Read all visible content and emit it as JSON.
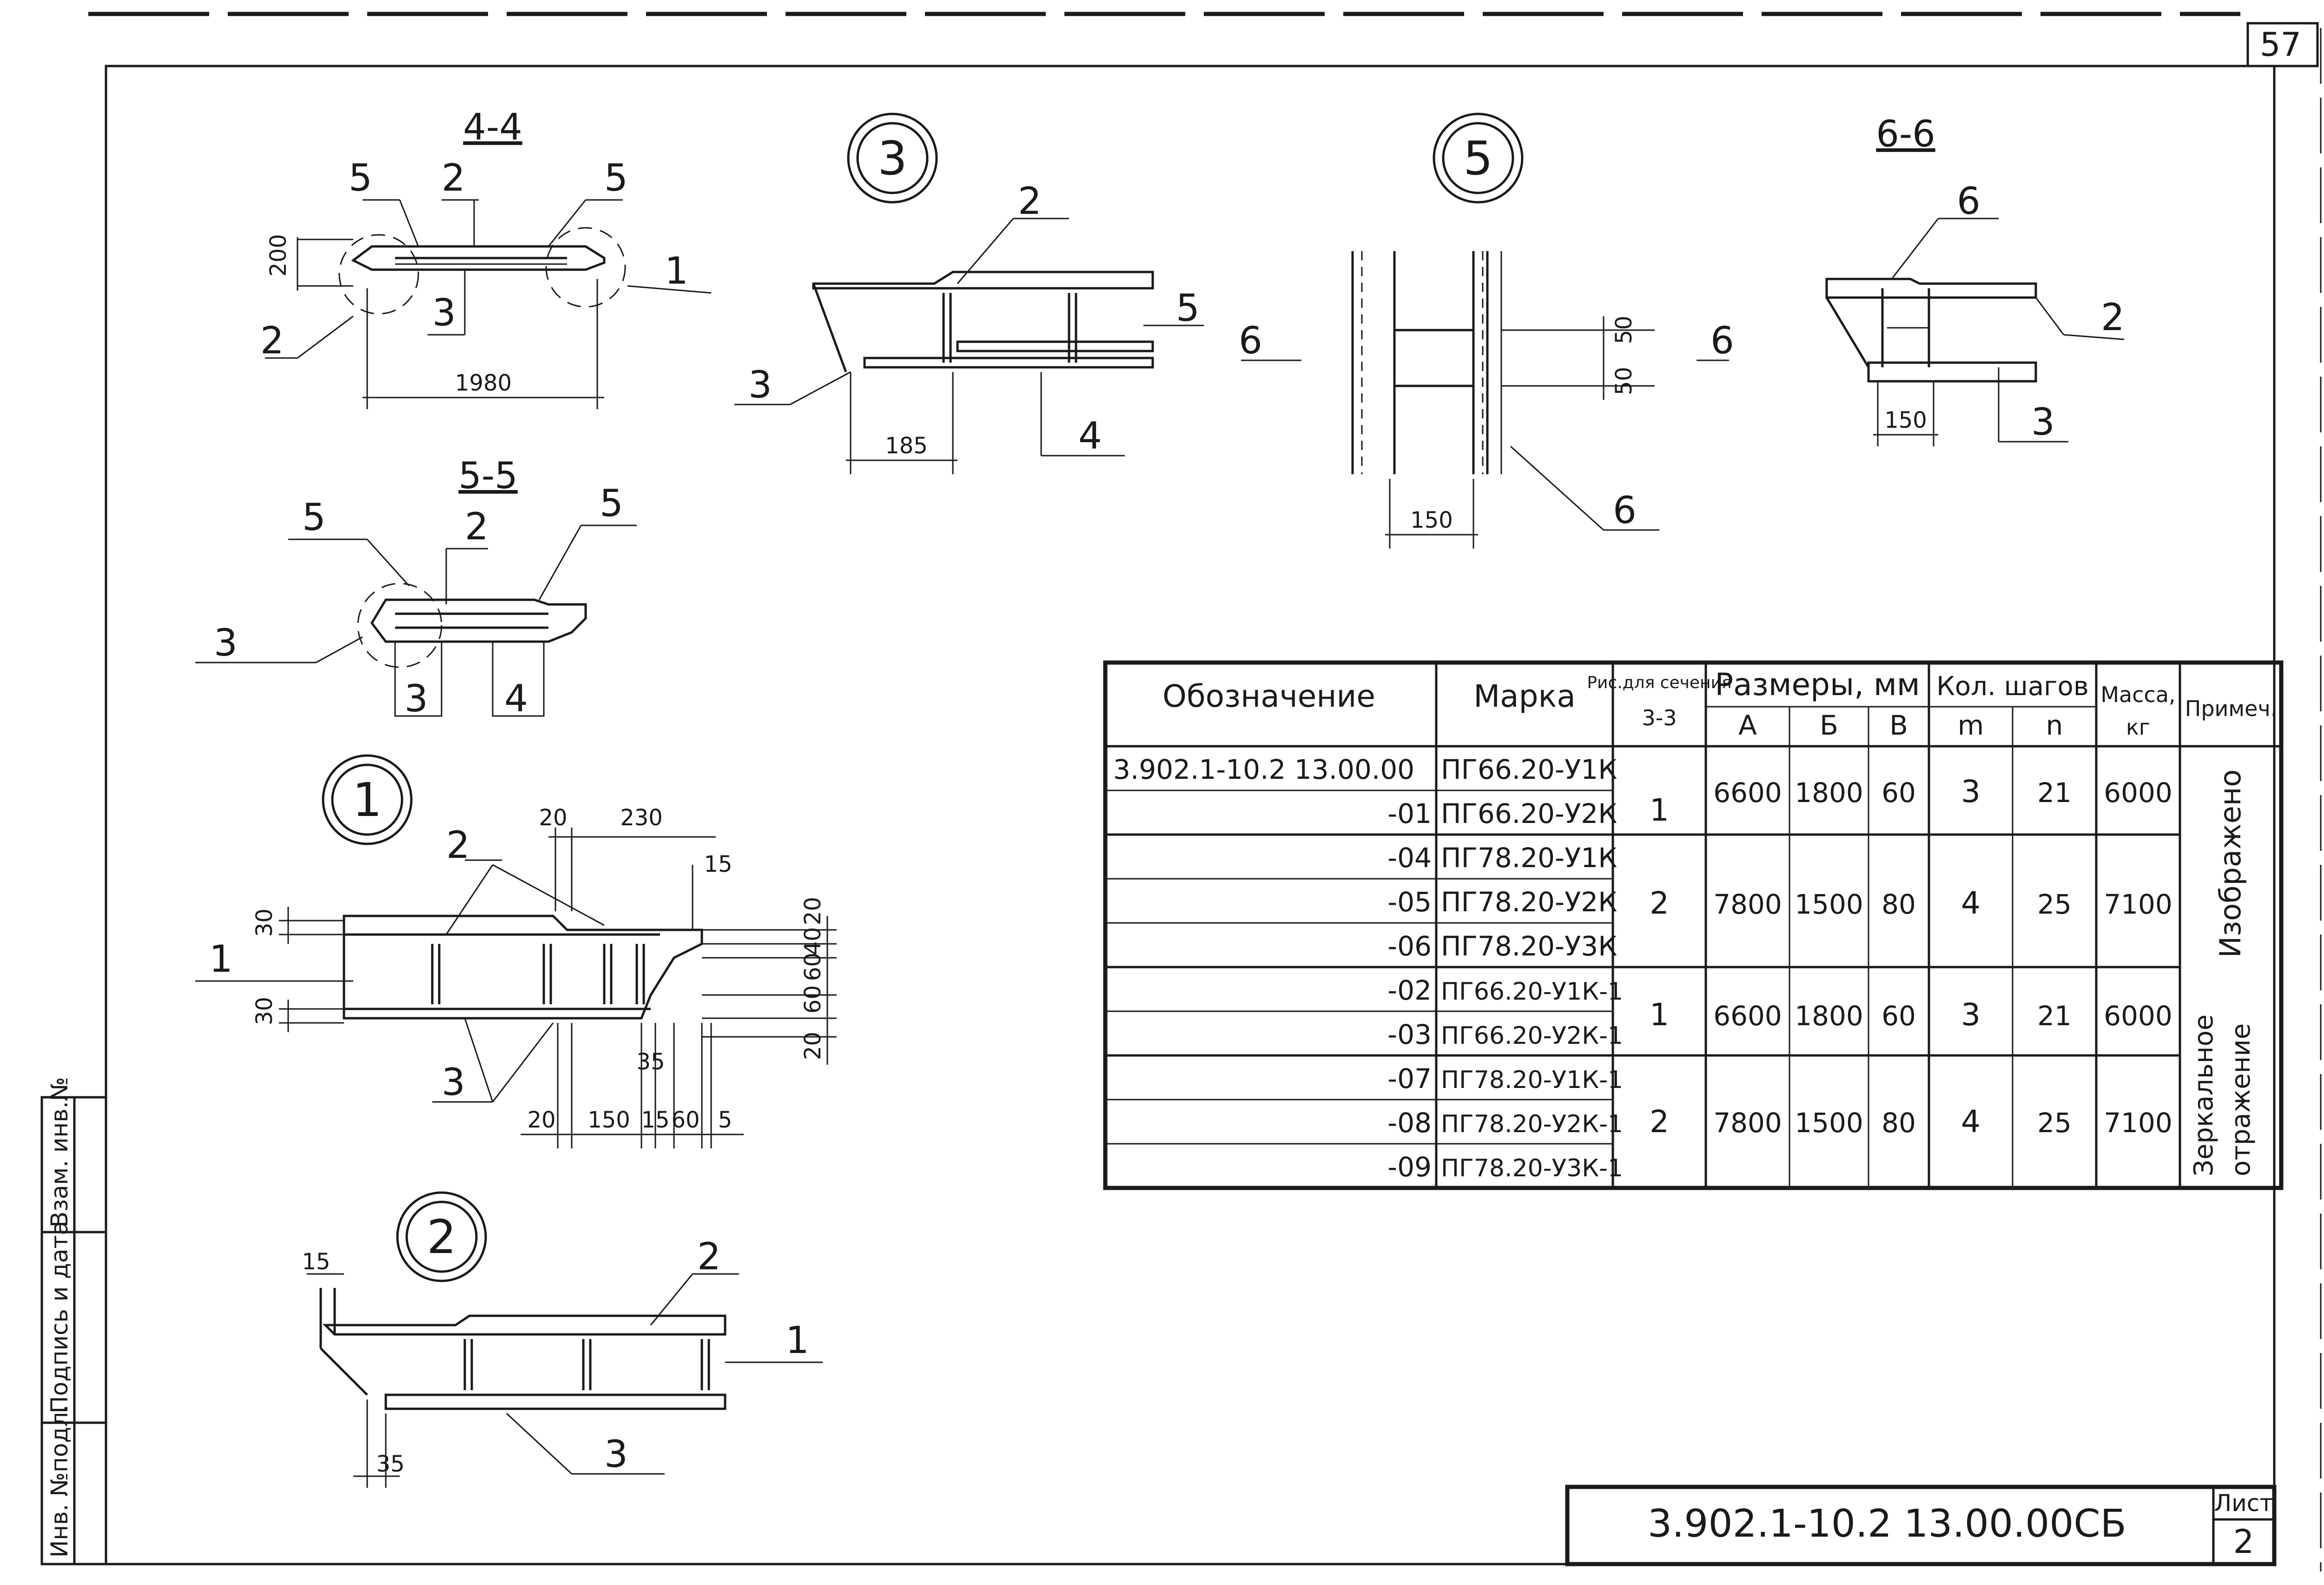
{
  "sheet": {
    "sheet_number_top": "57",
    "code": "3.902.1-10.2 13.00.00СБ",
    "sheet_label": "Лист",
    "sheet_value": "2",
    "side_stamp": [
      "Инв. №подл.",
      "Подпись и дата",
      "Взам. инв.№"
    ]
  },
  "sections": {
    "s44": {
      "title": "4-4",
      "labels": [
        "5",
        "2",
        "5",
        "1",
        "2",
        "3"
      ],
      "dims": [
        "200",
        "1980"
      ]
    },
    "s55": {
      "title": "5-5",
      "labels": [
        "5",
        "2",
        "5",
        "3",
        "3",
        "4"
      ]
    },
    "s66": {
      "title": "6-6",
      "labels": [
        "6",
        "2",
        "3"
      ],
      "dims": [
        "150"
      ]
    }
  },
  "nodes": {
    "n3": {
      "title": "3",
      "labels": [
        "2",
        "5",
        "3",
        "4"
      ],
      "dims": [
        "185"
      ]
    },
    "n5": {
      "title": "5",
      "labels": [
        "6",
        "6",
        "6"
      ],
      "dims": [
        "50",
        "50",
        "150"
      ]
    },
    "n1": {
      "title": "1",
      "labels": [
        "2",
        "1",
        "3"
      ],
      "dims": [
        "20",
        "230",
        "15",
        "30",
        "30",
        "20",
        "40",
        "60",
        "60",
        "20",
        "35",
        "20",
        "150",
        "15",
        "60",
        "5"
      ]
    },
    "n2": {
      "title": "2",
      "labels": [
        "2",
        "1",
        "3"
      ],
      "dims": [
        "15",
        "35"
      ]
    }
  },
  "table": {
    "headers": {
      "designation": "Обозначение",
      "mark": "Марка",
      "fig": "Рис.для сечения",
      "fig_sub": "3-3",
      "dims": "Размеры, мм",
      "dim_cols": [
        "А",
        "Б",
        "В"
      ],
      "steps": "Кол. шагов",
      "step_cols": [
        "m",
        "n"
      ],
      "mass": "Масса,",
      "mass_unit": "кг",
      "note": "Примеч."
    },
    "rows": [
      {
        "designation": "3.902.1-10.2 13.00.00",
        "mark": "ПГ66.20-У1К"
      },
      {
        "designation": "-01",
        "mark": "ПГ66.20-У2К"
      },
      {
        "designation": "-04",
        "mark": "ПГ78.20-У1К"
      },
      {
        "designation": "-05",
        "mark": "ПГ78.20-У2К"
      },
      {
        "designation": "-06",
        "mark": "ПГ78.20-У3К"
      },
      {
        "designation": "-02",
        "mark": "ПГ66.20-У1К-1"
      },
      {
        "designation": "-03",
        "mark": "ПГ66.20-У2К-1"
      },
      {
        "designation": "-07",
        "mark": "ПГ78.20-У1К-1"
      },
      {
        "designation": "-08",
        "mark": "ПГ78.20-У2К-1"
      },
      {
        "designation": "-09",
        "mark": "ПГ78.20-У3К-1"
      }
    ],
    "groups": [
      {
        "fig": "1",
        "a": "6600",
        "b": "1800",
        "c": "60",
        "m": "3",
        "n": "21",
        "mass": "6000"
      },
      {
        "fig": "2",
        "a": "7800",
        "b": "1500",
        "c": "80",
        "m": "4",
        "n": "25",
        "mass": "7100"
      },
      {
        "fig": "1",
        "a": "6600",
        "b": "1800",
        "c": "60",
        "m": "3",
        "n": "21",
        "mass": "6000"
      },
      {
        "fig": "2",
        "a": "7800",
        "b": "1500",
        "c": "80",
        "m": "4",
        "n": "25",
        "mass": "7100"
      }
    ],
    "notes": [
      "Изображено",
      "Зеркальное",
      "отражение"
    ]
  }
}
